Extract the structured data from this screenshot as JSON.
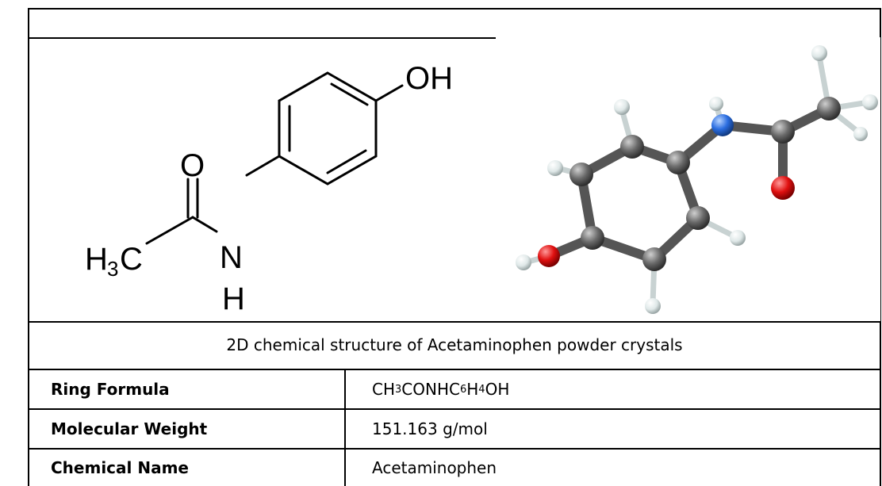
{
  "caption": "2D chemical structure of Acetaminophen powder crystals",
  "structure_2d": {
    "atom_o_carbonyl": "O",
    "atom_h3": "H",
    "atom_h3_sub": "3",
    "atom_c": "C",
    "atom_n": "N",
    "atom_h_amine": "H",
    "atom_oh": "OH"
  },
  "properties": {
    "rows": [
      {
        "label": "Ring Formula",
        "value_parts": [
          {
            "t": "CH"
          },
          {
            "sub": "3"
          },
          {
            "t": "CONHC"
          },
          {
            "sub": "6"
          },
          {
            "t": "H"
          },
          {
            "sub": "4"
          },
          {
            "t": "OH"
          }
        ]
      },
      {
        "label": "Molecular Weight",
        "value": "151.163 g/mol"
      },
      {
        "label": "Chemical Name",
        "value": "Acetaminophen"
      }
    ]
  },
  "colors": {
    "carbon": "#5a5a5a",
    "hydrogen": "#e6ecec",
    "oxygen": "#e01010",
    "nitrogen": "#2a6de0"
  }
}
